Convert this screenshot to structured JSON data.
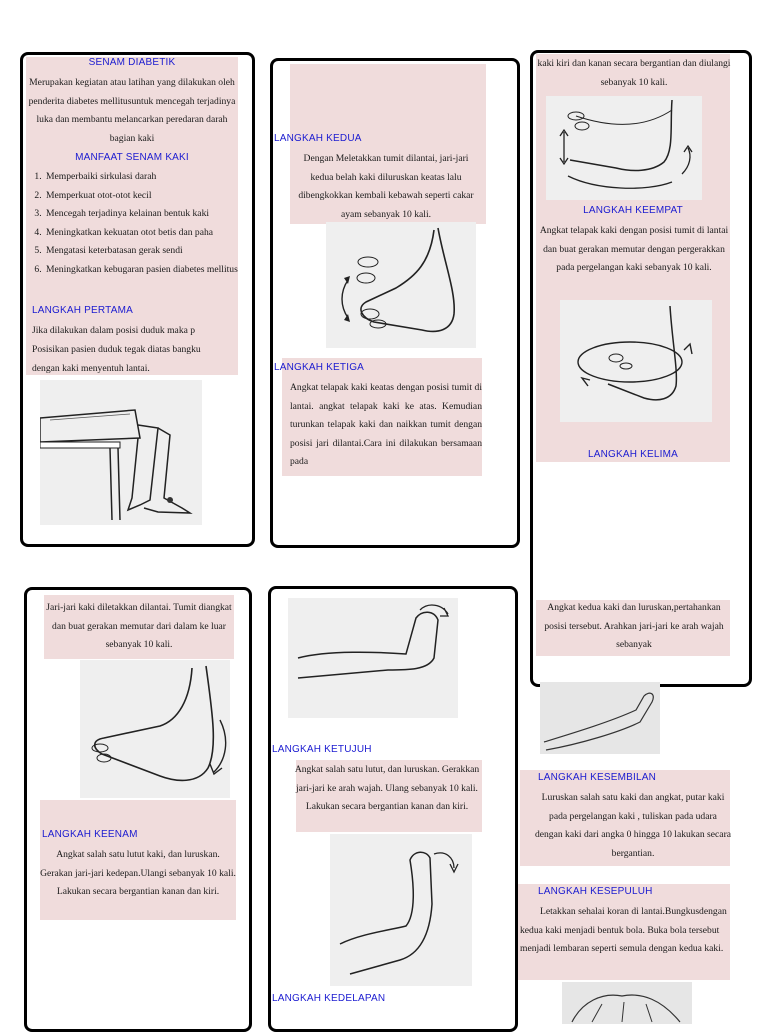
{
  "col1": {
    "title": "SENAM DIABETIK",
    "intro": "Merupakan kegiatan atau latihan yang dilakukan oleh penderita diabetes mellitusuntuk mencegah terjadinya luka dan membantu melancarkan peredaran darah bagian kaki",
    "benefits_title": "MANFAAT SENAM KAKI",
    "benefits": [
      "Memperbaiki sirkulasi darah",
      "Memperkuat otot-otot kecil",
      "Mencegah terjadinya kelainan bentuk kaki",
      "Meningkatkan kekuatan otot betis dan paha",
      "Mengatasi keterbatasan gerak sendi",
      "Meningkatkan kebugaran pasien diabetes mellitus"
    ],
    "step1_title": "LANGKAH PERTAMA",
    "step1_lines": [
      "Jika dilakukan dalam posisi duduk maka p",
      "Posisikan pasien duduk tegak diatas bangku",
      "dengan kaki menyentuh lantai."
    ]
  },
  "col2": {
    "step2_title": "LANGKAH KEDUA",
    "step2_text": "Dengan Meletakkan tumit dilantai, jari-jari kedua belah kaki diluruskan keatas lalu dibengkokkan kembali kebawah seperti cakar ayam sebanyak 10 kali.",
    "step3_title": "LANGKAH KETIGA",
    "step3_text": "Angkat telapak kaki keatas dengan posisi tumit di lantai. angkat telapak kaki ke atas. Kemudian turunkan telapak kaki dan naikkan tumit dengan posisi jari dilantai.Cara ini dilakukan bersamaan pada"
  },
  "col3": {
    "cont_text": "kaki kiri dan kanan secara bergantian dan diulangi sebanyak 10 kali.",
    "step4_title": "LANGKAH KEEMPAT",
    "step4_text": "Angkat telapak kaki dengan posisi tumit di lantai dan buat gerakan memutar dengan pergerakkan pada pergelangan kaki sebanyak 10 kali.",
    "step5_title": "LANGKAH KELIMA"
  },
  "col4": {
    "text": "Jari-jari kaki diletakkan dilantai. Tumit diangkat dan buat gerakan memutar dari dalam ke luar sebanyak 10 kali.",
    "step6_title": "LANGKAH KEENAM",
    "step6_text": "Angkat salah satu lutut kaki, dan luruskan. Gerakan jari-jari kedepan.Ulangi sebanyak 10 kali. Lakukan secara bergantian kanan dan kiri."
  },
  "col5": {
    "step7_title": "LANGKAH KETUJUH",
    "step7_text": "Angkat salah satu lutut, dan luruskan. Gerakkan jari-jari ke arah wajah. Ulang sebanyak 10 kali. Lakukan secara bergantian kanan dan kiri.",
    "step8_title": "LANGKAH KEDELAPAN"
  },
  "col6": {
    "text": "Angkat kedua kaki dan luruskan,pertahankan posisi tersebut. Arahkan jari-jari ke arah wajah sebanyak",
    "step9_title": "LANGKAH KESEMBILAN",
    "step9_text": "Luruskan salah satu kaki dan angkat, putar kaki pada pergelangan kaki , tuliskan pada udara dengan kaki dari angka 0 hingga 10 lakukan secara bergantian.",
    "step10_title": "LANGKAH KESEPULUH",
    "step10_text": "Letakkan sehalai koran di lantai.Bungkusdengan kedua kaki menjadi bentuk bola. Buka bola tersebut menjadi lembaran seperti semula dengan kedua kaki."
  }
}
